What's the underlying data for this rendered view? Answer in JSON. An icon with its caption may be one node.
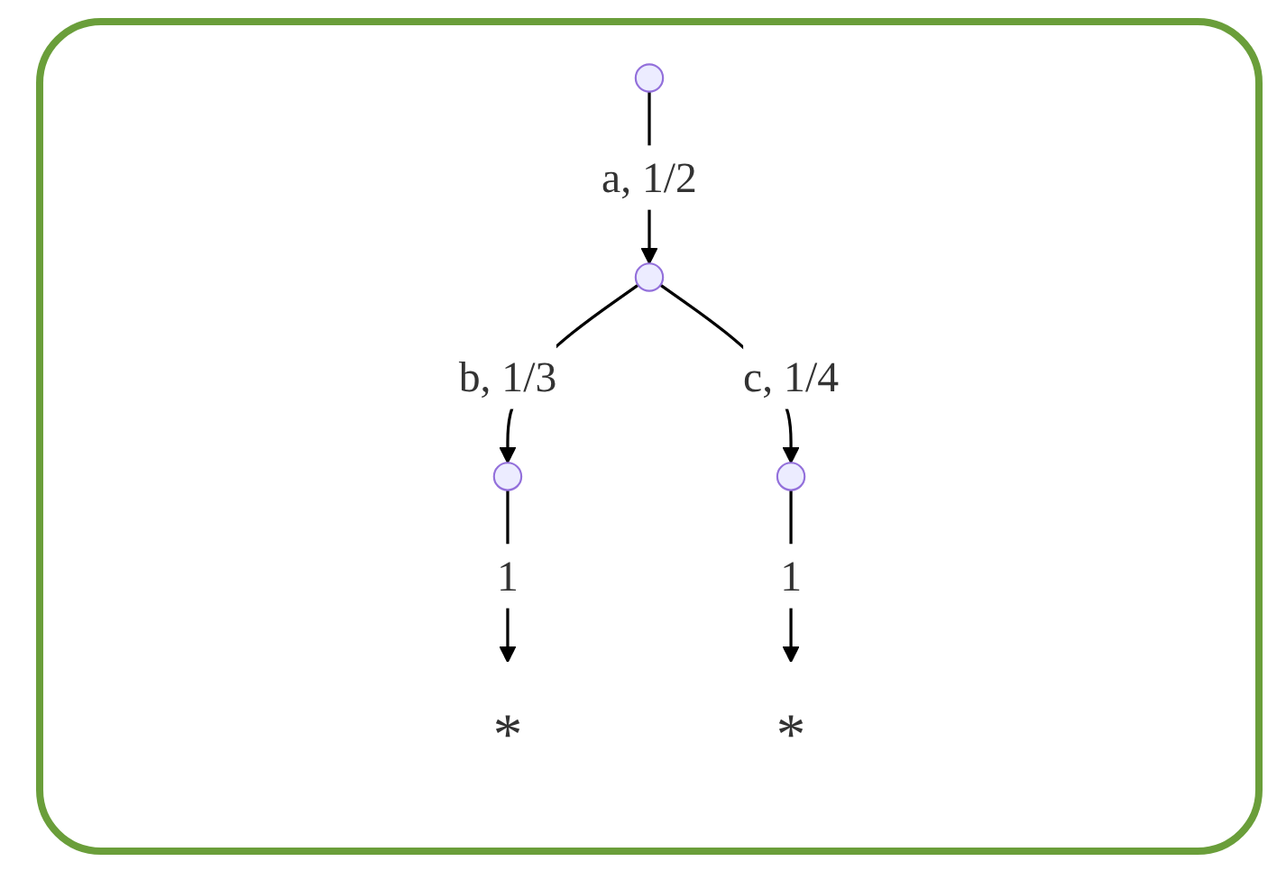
{
  "diagram": {
    "nodes": [
      {
        "text": [],
        "shape": "circle"
      },
      {
        "text": [],
        "shape": "circle"
      },
      {
        "text": [],
        "shape": "circle"
      },
      {
        "text": [],
        "shape": "circle"
      },
      {
        "text": [
          "*"
        ]
      },
      {
        "text": [
          "*"
        ]
      }
    ],
    "edges": [
      {
        "from": 0,
        "to": 1,
        "arrow": "to",
        "label": "a, 1/2"
      },
      {
        "from": 1,
        "to": 2,
        "arrow": "to",
        "label": "b, 1/3"
      },
      {
        "from": 1,
        "to": 3,
        "arrow": "to",
        "label": "c, 1/4"
      },
      {
        "from": 2,
        "to": 4,
        "arrow": "to",
        "label": "1"
      },
      {
        "from": 3,
        "to": 5,
        "arrow": "to",
        "label": "1"
      }
    ]
  }
}
